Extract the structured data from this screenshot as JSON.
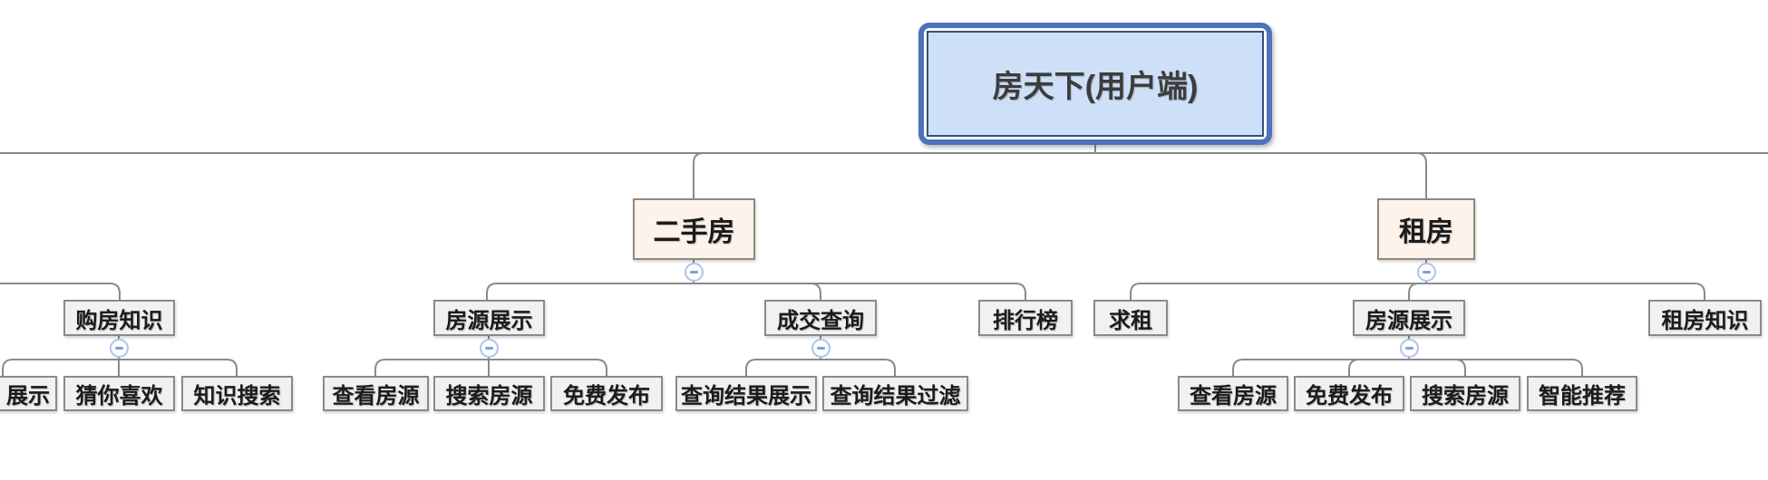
{
  "mindmap": {
    "root": {
      "id": "root",
      "label": "房天下(用户端)"
    },
    "nodes": [
      {
        "id": "root",
        "label": "房天下(用户端)",
        "kind": "root"
      },
      {
        "id": "ershoufang",
        "label": "二手房",
        "kind": "branch"
      },
      {
        "id": "zufang",
        "label": "租房",
        "kind": "branch"
      },
      {
        "id": "goufang-zhishi",
        "label": "购房知识",
        "kind": "leaf"
      },
      {
        "id": "fyzs-esf",
        "label": "房源展示",
        "kind": "leaf"
      },
      {
        "id": "chengjiao-chaxun",
        "label": "成交查询",
        "kind": "leaf"
      },
      {
        "id": "paihangbang",
        "label": "排行榜",
        "kind": "leaf"
      },
      {
        "id": "qiuzu",
        "label": "求租",
        "kind": "leaf"
      },
      {
        "id": "fyzs-zf",
        "label": "房源展示",
        "kind": "leaf"
      },
      {
        "id": "zufang-zhishi",
        "label": "租房知识",
        "kind": "leaf"
      },
      {
        "id": "zhanshi-clipped",
        "label": "展示",
        "kind": "leaf",
        "clipped": true
      },
      {
        "id": "cainixihuan",
        "label": "猜你喜欢",
        "kind": "leaf"
      },
      {
        "id": "zhishi-sousuo",
        "label": "知识搜索",
        "kind": "leaf"
      },
      {
        "id": "ckfy-esf",
        "label": "查看房源",
        "kind": "leaf"
      },
      {
        "id": "ssfy-esf",
        "label": "搜索房源",
        "kind": "leaf"
      },
      {
        "id": "mffb-esf",
        "label": "免费发布",
        "kind": "leaf"
      },
      {
        "id": "cxjg-zhanshi",
        "label": "查询结果展示",
        "kind": "leaf"
      },
      {
        "id": "cxjg-guolv",
        "label": "查询结果过滤",
        "kind": "leaf"
      },
      {
        "id": "ckfy-zf",
        "label": "查看房源",
        "kind": "leaf"
      },
      {
        "id": "mffb-zf",
        "label": "免费发布",
        "kind": "leaf"
      },
      {
        "id": "ssfy-zf",
        "label": "搜索房源",
        "kind": "leaf"
      },
      {
        "id": "zhineng-tuijian",
        "label": "智能推荐",
        "kind": "leaf"
      }
    ],
    "collapsed_branches": [
      "ershoufang",
      "zufang",
      "goufang-zhishi",
      "fyzs-esf",
      "chengjiao-chaxun",
      "fyzs-zf"
    ]
  },
  "icons": {
    "collapse": "minus-circle-icon"
  },
  "colors": {
    "root_fill": "#cde0f8",
    "root_border": "#4d73b9",
    "root_inner_border": "#35507e",
    "branch_fill": "#fdf3ea",
    "branch_border": "#90887e",
    "node_fill": "#f1f1f1",
    "node_border": "#8a8a8a",
    "line": "#8a8a8a",
    "collapse_border": "#aec4ea",
    "collapse_fill": "#fcfdff",
    "collapse_glyph": "#7f9fd6"
  }
}
